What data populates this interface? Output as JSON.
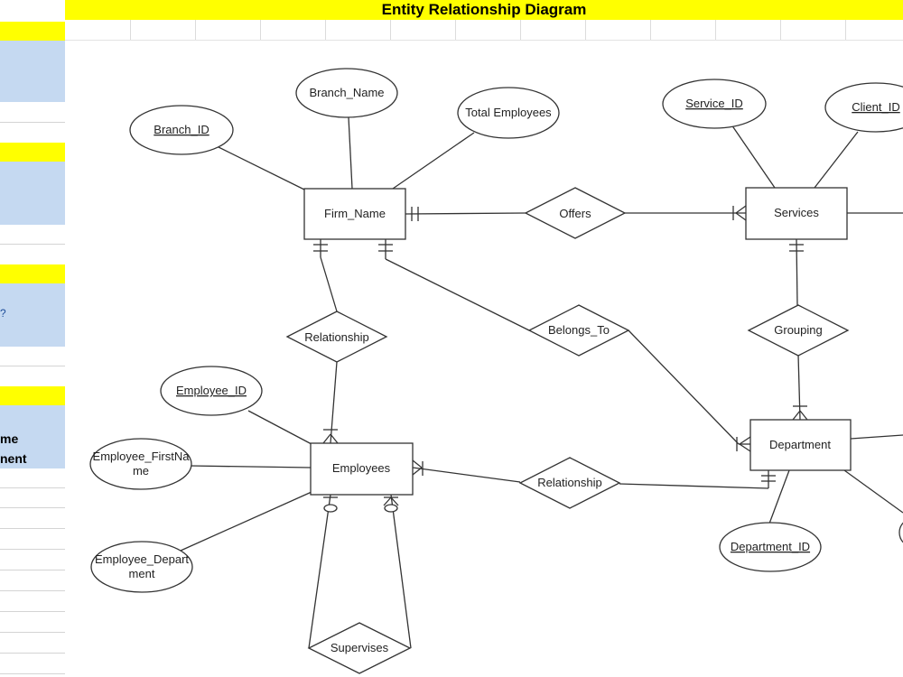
{
  "title": "Entity Relationship Diagram",
  "left_panel_fragments": [
    "me",
    "nent"
  ],
  "left_panel_marker": "?",
  "entities": [
    {
      "id": "firm",
      "label": "Firm_Name"
    },
    {
      "id": "services",
      "label": "Services"
    },
    {
      "id": "employees",
      "label": "Employees"
    },
    {
      "id": "department",
      "label": "Department"
    }
  ],
  "relationships": [
    {
      "id": "offers",
      "label": "Offers"
    },
    {
      "id": "rel_top",
      "label": "Relationship"
    },
    {
      "id": "belongs",
      "label": "Belongs_To"
    },
    {
      "id": "grouping",
      "label": "Grouping"
    },
    {
      "id": "rel_bottom",
      "label": "Relationship"
    },
    {
      "id": "supervises",
      "label": "Supervises"
    }
  ],
  "attributes": [
    {
      "id": "branch_name",
      "label": "Branch_Name",
      "key": false
    },
    {
      "id": "branch_id",
      "label": "Branch_ID",
      "key": true
    },
    {
      "id": "total_emp",
      "label": "Total Employees",
      "key": false
    },
    {
      "id": "service_id",
      "label": "Service_ID",
      "key": true
    },
    {
      "id": "client_id",
      "label": "Client_ID",
      "key": true
    },
    {
      "id": "employee_id",
      "label": "Employee_ID",
      "key": true
    },
    {
      "id": "emp_first",
      "label": [
        "Employee_FirstNa",
        "me"
      ],
      "key": false
    },
    {
      "id": "emp_dept",
      "label": [
        "Employee_Depart",
        "ment"
      ],
      "key": false
    },
    {
      "id": "department_id",
      "label": "Department_ID",
      "key": true
    }
  ]
}
